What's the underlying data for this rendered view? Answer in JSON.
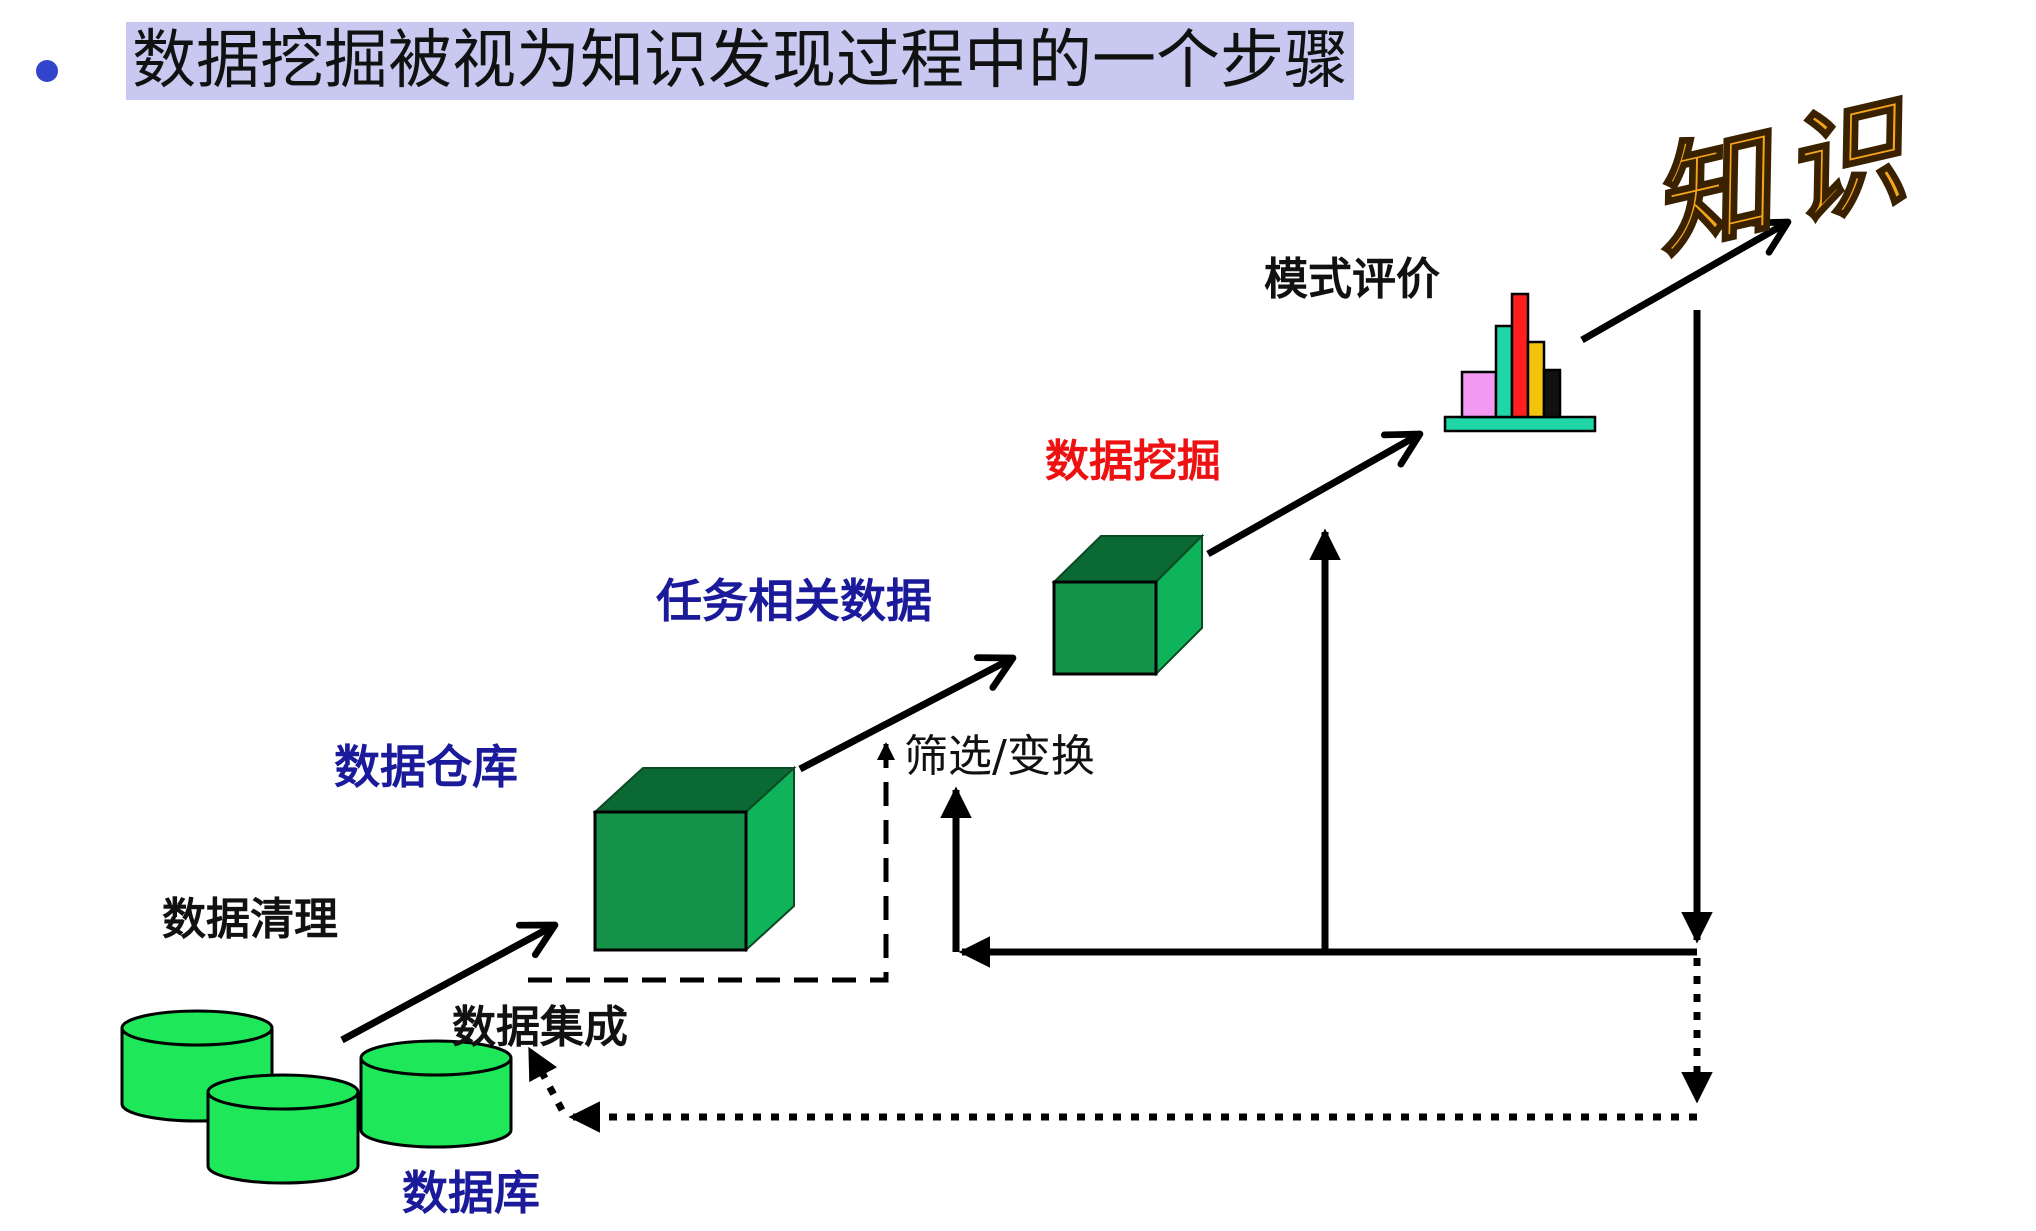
{
  "slide": {
    "bullet_text": "数据挖掘被视为知识发现过程中的一个步骤"
  },
  "labels": {
    "database": "数据库",
    "data_cleaning": "数据清理",
    "data_integration": "数据集成",
    "data_warehouse": "数据仓库",
    "task_relevant_data": "任务相关数据",
    "selection_transformation": "筛选/变换",
    "data_mining": "数据挖掘",
    "pattern_evaluation": "模式评价",
    "knowledge": "知识"
  },
  "colors": {
    "bullet": "#3344cc",
    "bullet_highlight": "#c8c8f0",
    "blue_label": "#1a1a9a",
    "red_label": "#ee1111",
    "black_label": "#111111",
    "cube_front": "#16934a",
    "cube_top": "#0b6a34",
    "cube_side": "#0fb35a",
    "cylinder": "#1ee85a",
    "knowledge_fill": "#f4a51c",
    "bar_pink": "#f29af2",
    "bar_teal": "#1ed6a6",
    "bar_red": "#ff1f1f",
    "bar_yellow": "#f2c40c",
    "bar_black": "#111111",
    "bar_base": "#1ed6a6"
  },
  "icons": [
    "bullet-dot",
    "database-cylinder-icon",
    "cube-icon",
    "bar-chart-icon",
    "arrow-icon"
  ]
}
